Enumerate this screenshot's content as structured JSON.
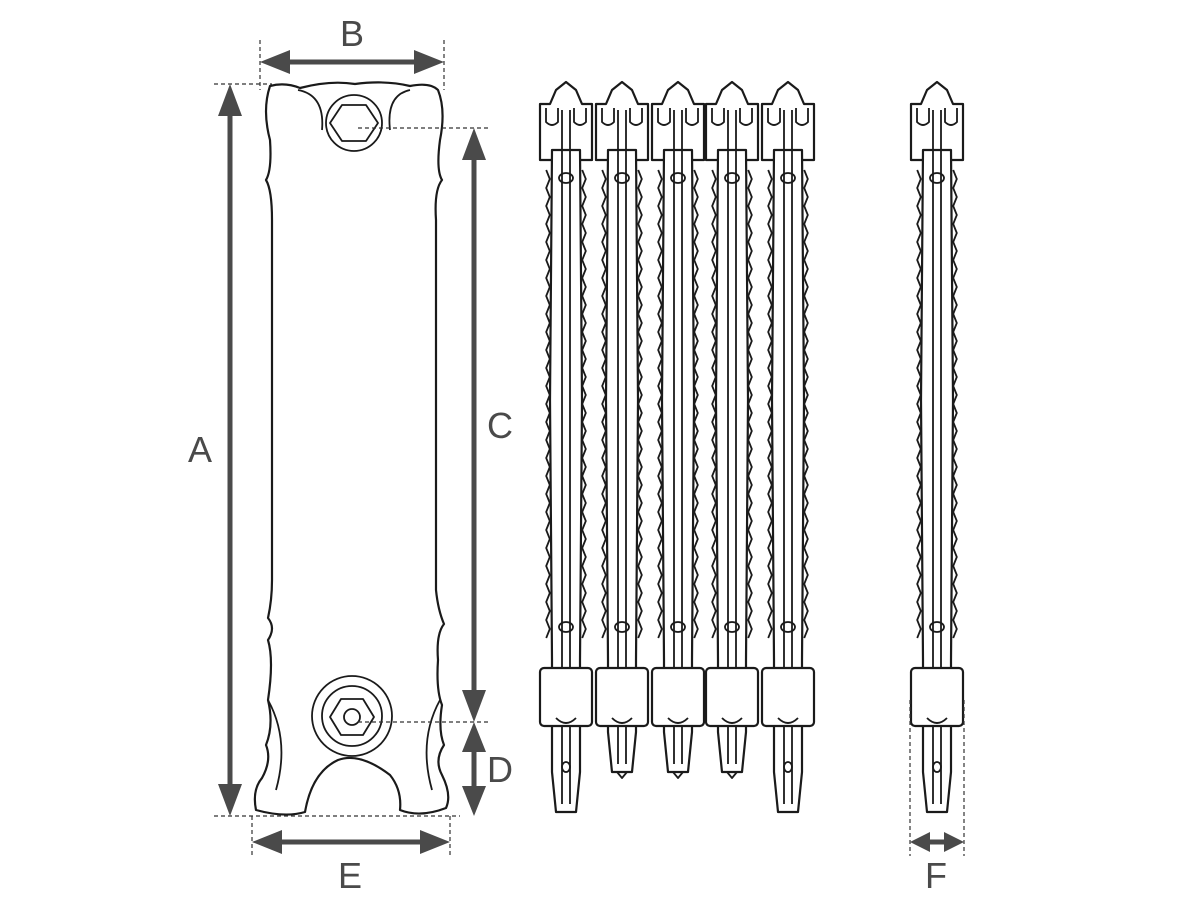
{
  "labels": {
    "A": "A",
    "B": "B",
    "C": "C",
    "D": "D",
    "E": "E",
    "F": "F"
  },
  "colors": {
    "dimension": "#4a4a4a",
    "outline": "#1a1a1a",
    "background": "#ffffff"
  }
}
